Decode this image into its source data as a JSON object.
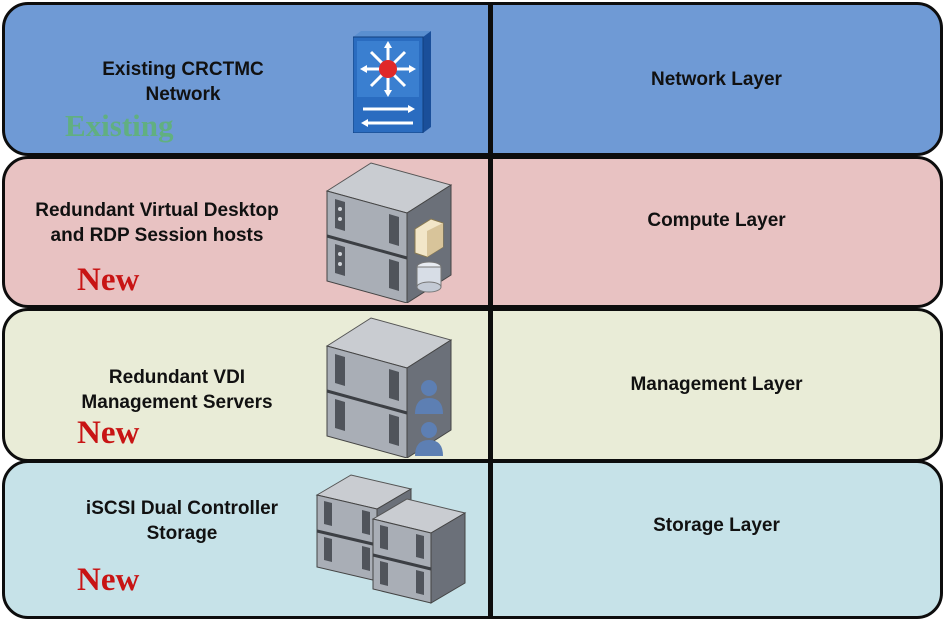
{
  "rows": [
    {
      "description_lines": [
        "Existing CRCTMC",
        "Network"
      ],
      "tag": "Existing",
      "layer": "Network Layer",
      "icon": "network-switch-icon"
    },
    {
      "description_lines": [
        "Redundant Virtual Desktop",
        "and RDP Session hosts"
      ],
      "tag": "New",
      "layer": "Compute Layer",
      "icon": "server-rack-icon"
    },
    {
      "description_lines": [
        "Redundant VDI",
        "Management Servers"
      ],
      "tag": "New",
      "layer": "Management Layer",
      "icon": "management-server-icon"
    },
    {
      "description_lines": [
        "iSCSI Dual Controller",
        "Storage"
      ],
      "tag": "New",
      "layer": "Storage Layer",
      "icon": "storage-array-icon"
    }
  ],
  "colors": {
    "network_row": "#6f9ad5",
    "compute_row": "#e8c2c2",
    "management_row": "#e9ecd7",
    "storage_row": "#c6e2e8",
    "new_tag": "#c81414",
    "existing_tag": "#56c23c"
  }
}
